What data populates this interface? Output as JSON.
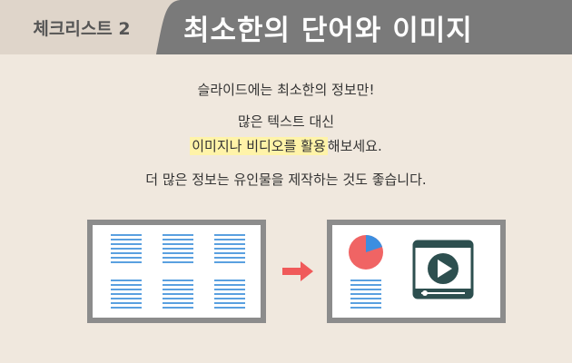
{
  "header": {
    "tag": "체크리스트 2",
    "title": "최소한의 단어와 이미지",
    "colors": {
      "tag_bg": "#dfd5ca",
      "title_bg": "#7a7a7a",
      "page_bg": "#f0e8de"
    }
  },
  "body": {
    "line1": "슬라이드에는 최소한의 정보만!",
    "line2": "많은 텍스트 대신",
    "line3_highlight": "이미지나 비디오를 활용",
    "line3_rest": "해보세요.",
    "line4": "더 많은 정보는 유인물을 제작하는 것도 좋습니다."
  },
  "illustration": {
    "before_panel": "text-heavy-slide",
    "after_panel": "visual-slide",
    "arrow_icon": "right-arrow-icon",
    "pie_icon": "pie-chart-icon",
    "video_icon": "video-player-icon",
    "colors": {
      "lines": "#5aa0e0",
      "arrow": "#f05a5a",
      "pie_main": "#f06464",
      "pie_slice": "#3c8ee0",
      "video": "#2d4f4f"
    }
  }
}
